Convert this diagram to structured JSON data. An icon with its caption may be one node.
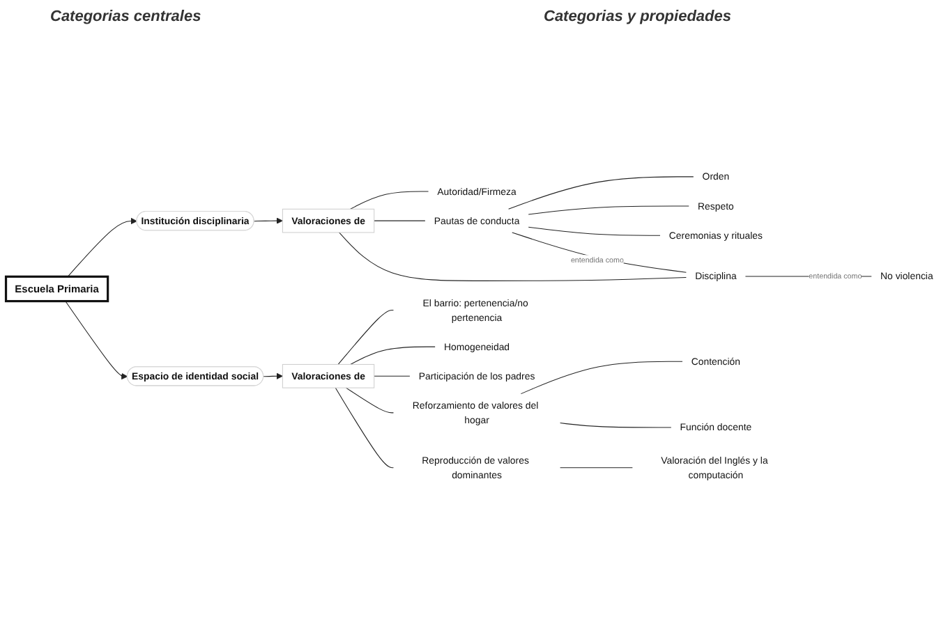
{
  "diagram": {
    "nodes": [
      {
        "text": [
          "Institución disciplinaria"
        ]
      },
      {
        "text": [
          "Escuela Primaria"
        ]
      },
      {
        "text": [
          "Espacio de identidad social"
        ]
      },
      {
        "text": [
          "Valoraciones de"
        ]
      },
      {
        "text": [
          "Autoridad/Firmeza"
        ]
      },
      {
        "text": [
          "Pautas de conducta"
        ]
      },
      {
        "text": [
          "Orden"
        ]
      },
      {
        "text": [
          "Respeto"
        ]
      },
      {
        "text": [
          "Ceremonias y rituales"
        ]
      },
      {
        "text": [
          "Disciplina"
        ]
      },
      {
        "text": [
          "No violencia"
        ]
      },
      {
        "text": [
          "Valoraciones de"
        ]
      },
      {
        "text": [
          "El barrio: pertenencia/no pertenencia"
        ]
      },
      {
        "text": [
          "Homogeneidad"
        ]
      },
      {
        "text": [
          "Participación de los padres"
        ]
      },
      {
        "text": [
          "Reforzamiento de valores del hogar"
        ]
      },
      {
        "text": [
          "Contención"
        ]
      },
      {
        "text": [
          "Función docente"
        ]
      },
      {
        "text": [
          "Reproducción de valores dominantes"
        ]
      },
      {
        "text": [
          "Valoración del Inglés y la computación"
        ]
      }
    ],
    "edges": [
      {
        "from": 1,
        "to": 0,
        "arrow": "to"
      },
      {
        "from": 1,
        "to": 2,
        "arrow": "to"
      },
      {
        "from": 0,
        "to": 3,
        "arrow": "to"
      },
      {
        "from": 2,
        "to": 11,
        "arrow": "to"
      },
      {
        "from": 3,
        "to": 4,
        "arrow": "none"
      },
      {
        "from": 3,
        "to": 5,
        "arrow": "none"
      },
      {
        "from": 3,
        "to": 9,
        "arrow": "none"
      },
      {
        "from": 5,
        "to": 6,
        "arrow": "none"
      },
      {
        "from": 5,
        "to": 7,
        "arrow": "none"
      },
      {
        "from": 5,
        "to": 8,
        "arrow": "none"
      },
      {
        "from": 5,
        "to": 9,
        "arrow": "none",
        "label": "entendida como"
      },
      {
        "from": 9,
        "to": 10,
        "arrow": "none",
        "label": "entendida como"
      },
      {
        "from": 11,
        "to": 12,
        "arrow": "none"
      },
      {
        "from": 11,
        "to": 13,
        "arrow": "none"
      },
      {
        "from": 11,
        "to": 14,
        "arrow": "none"
      },
      {
        "from": 11,
        "to": 15,
        "arrow": "none"
      },
      {
        "from": 11,
        "to": 18,
        "arrow": "none"
      },
      {
        "from": 15,
        "to": 16,
        "arrow": "none"
      },
      {
        "from": 15,
        "to": 17,
        "arrow": "none"
      },
      {
        "from": 18,
        "to": 19,
        "arrow": "none"
      }
    ],
    "labels": [
      "Categorias centrales",
      "Categorias y propiedades"
    ]
  }
}
